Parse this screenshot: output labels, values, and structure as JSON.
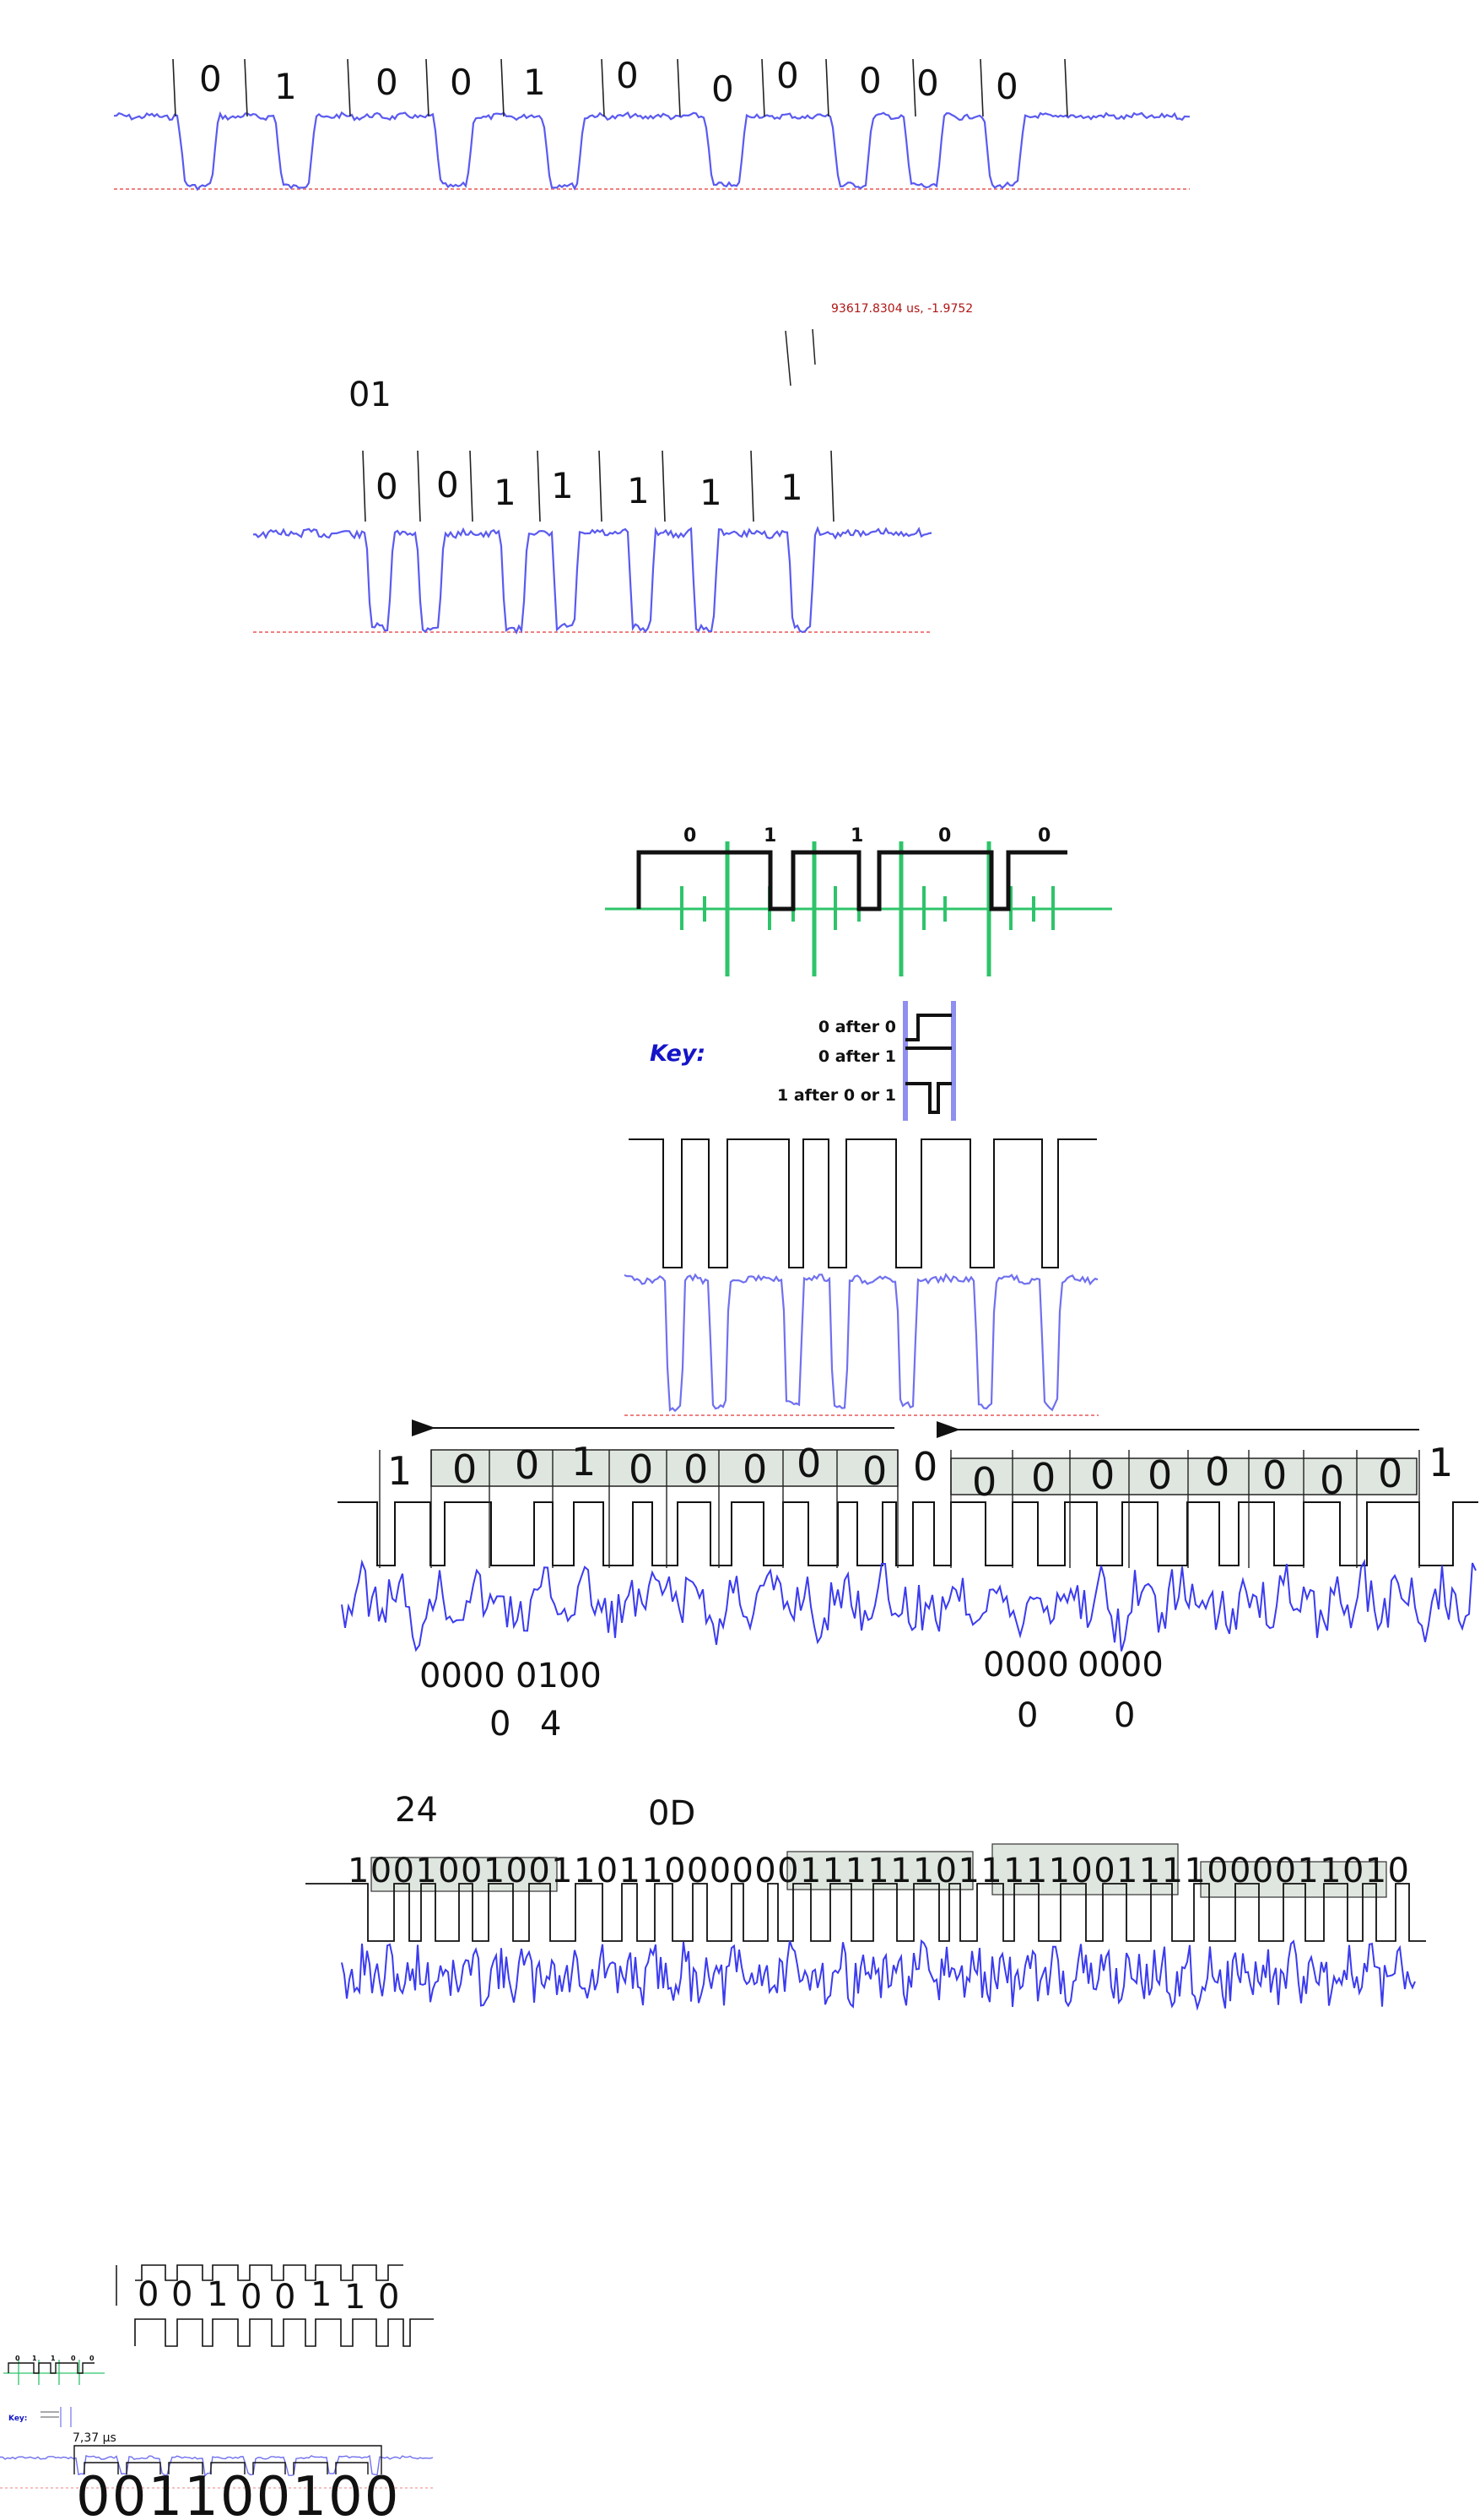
{
  "panel1": {
    "bits": [
      "0",
      "1",
      "0",
      "0",
      "1",
      "0",
      "0",
      "0",
      "0",
      "0",
      "0"
    ]
  },
  "panel2": {
    "cursor_readout": "93617.8304 us, -1.9752",
    "label_top": "01",
    "bits": [
      "0",
      "0",
      "1",
      "1",
      "1",
      "1",
      "1"
    ]
  },
  "diagram": {
    "header_bits": [
      "0",
      "1",
      "1",
      "0",
      "0"
    ],
    "key_title": "Key:",
    "key_items": [
      "0 after 0",
      "0 after 1",
      "1 after 0 or 1"
    ],
    "colors": {
      "clock": "#2ec46a",
      "trace": "#5a5af0",
      "key_bar": "#8f8ff0",
      "key_title": "#1414c8"
    }
  },
  "panel3": {
    "left_edge_bit": "1",
    "left_bits": [
      "0",
      "0",
      "1",
      "0",
      "0",
      "0",
      "0",
      "0"
    ],
    "mid_bit": "0",
    "right_bits": [
      "0",
      "0",
      "0",
      "0",
      "0",
      "0",
      "0",
      "0"
    ],
    "right_edge_bit": "1",
    "nibbles": [
      {
        "bits": "0000",
        "hex": "0"
      },
      {
        "bits": "0100",
        "hex": "4"
      },
      {
        "bits": "0000",
        "hex": "0"
      },
      {
        "bits": "0000",
        "hex": "0"
      }
    ]
  },
  "panel4": {
    "hex_a": "24",
    "hex_b": "0D",
    "bitstream": "10010010011011000000111111011111001111000011010"
  },
  "thumbs": {
    "row_bits": [
      "0",
      "0",
      "1",
      "0",
      "0",
      "1",
      "1",
      "0"
    ],
    "mini_header": [
      "0",
      "1",
      "1",
      "0",
      "0"
    ],
    "mini_key_title": "Key:",
    "time_label": "7,37 µs",
    "big_bits": "001100100"
  }
}
